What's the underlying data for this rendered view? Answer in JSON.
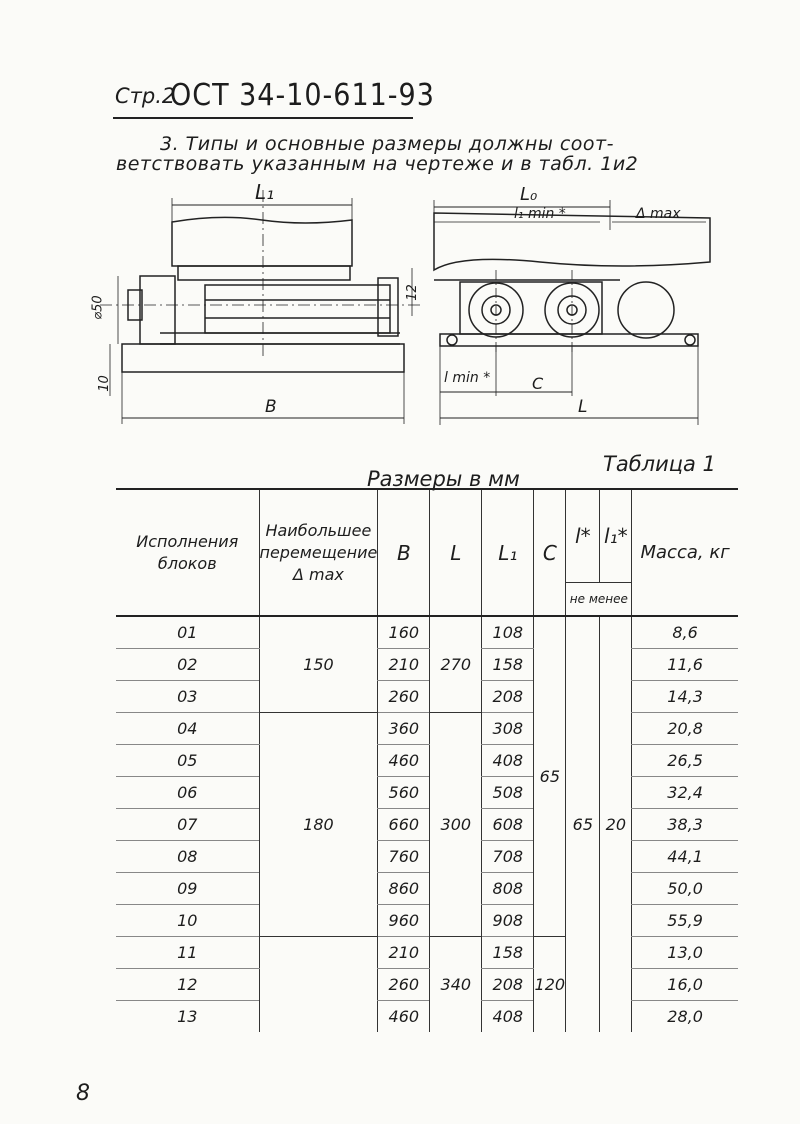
{
  "header": {
    "prefix": "Стр.2",
    "standard": "ОСТ 34-10-611-93"
  },
  "paragraph": {
    "line1": "3. Типы и основные размеры должны соот-",
    "line2": "ветствовать указанным на чертеже и в табл. 1и2"
  },
  "drawing": {
    "labels": {
      "L1": "L₁",
      "L0": "L₀",
      "l1min": "l₁ min *",
      "delta_max": "Δ max",
      "d50": "⌀50",
      "dim12": "12",
      "dim10": "10",
      "B": "B",
      "lmin": "l min *",
      "C": "C",
      "L": "L"
    }
  },
  "captions": {
    "dims": "Размеры в мм",
    "table": "Таблица 1"
  },
  "table": {
    "headers": {
      "exec": "Исполнения блоков",
      "move": "Наибольшее перемещение Δ max",
      "B": "B",
      "L": "L",
      "L1": "L₁",
      "C": "C",
      "l": "l*",
      "l1": "l₁*",
      "min": "не менее",
      "mass": "Масса, кг"
    },
    "rows": [
      {
        "exec": "01",
        "B": "160",
        "L1": "108",
        "mass": "8,6"
      },
      {
        "exec": "02",
        "B": "210",
        "L1": "158",
        "mass": "11,6"
      },
      {
        "exec": "03",
        "B": "260",
        "L1": "208",
        "mass": "14,3"
      },
      {
        "exec": "04",
        "B": "360",
        "L1": "308",
        "mass": "20,8"
      },
      {
        "exec": "05",
        "B": "460",
        "L1": "408",
        "mass": "26,5"
      },
      {
        "exec": "06",
        "B": "560",
        "L1": "508",
        "mass": "32,4"
      },
      {
        "exec": "07",
        "B": "660",
        "L1": "608",
        "mass": "38,3"
      },
      {
        "exec": "08",
        "B": "760",
        "L1": "708",
        "mass": "44,1"
      },
      {
        "exec": "09",
        "B": "860",
        "L1": "808",
        "mass": "50,0"
      },
      {
        "exec": "10",
        "B": "960",
        "L1": "908",
        "mass": "55,9"
      },
      {
        "exec": "11",
        "B": "210",
        "L1": "158",
        "mass": "13,0"
      },
      {
        "exec": "12",
        "B": "260",
        "L1": "208",
        "mass": "16,0"
      },
      {
        "exec": "13",
        "B": "460",
        "L1": "408",
        "mass": "28,0"
      }
    ],
    "groups": {
      "move_150": "150",
      "move_180": "180",
      "L_270": "270",
      "L_300": "300",
      "L_340": "340",
      "C_65": "65",
      "C_120": "120",
      "l_65": "65",
      "l1_20": "20"
    }
  },
  "page_number": "8"
}
